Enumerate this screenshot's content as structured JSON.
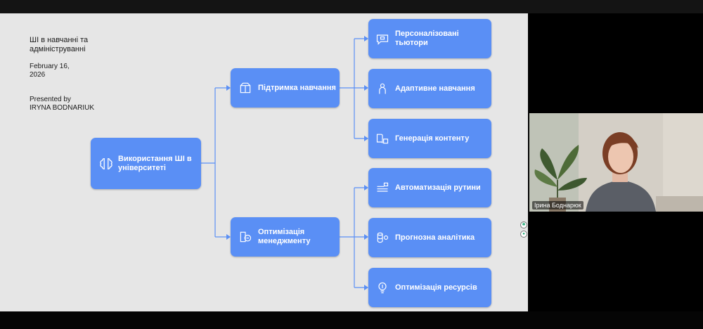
{
  "slide": {
    "title": "ШІ в навчанні та адмініструванні",
    "date": "February 16, 2026",
    "presented_by_label": "Presented by",
    "presenter": "IRYNA BODNARIUK"
  },
  "mindmap": {
    "root": {
      "label": "Використання ШІ в університеті",
      "icon": "brain-icon"
    },
    "branches": [
      {
        "label": "Підтримка навчання",
        "icon": "box-icon",
        "children": [
          {
            "label": "Персоналізовані тьютори",
            "icon": "chat-bot-icon"
          },
          {
            "label": "Адаптивне навчання",
            "icon": "person-icon"
          },
          {
            "label": "Генерація контенту",
            "icon": "book-icon"
          }
        ]
      },
      {
        "label": "Оптимізація менеджменту",
        "icon": "management-icon",
        "children": [
          {
            "label": "Автоматизація рутини",
            "icon": "list-robot-icon"
          },
          {
            "label": "Прогнозна аналітика",
            "icon": "database-icon"
          },
          {
            "label": "Оптимізація ресурсів",
            "icon": "lightbulb-icon"
          }
        ]
      }
    ]
  },
  "participant": {
    "name": "Ірина Боднарюк"
  },
  "colors": {
    "node": "#5a8ff5",
    "connector": "#5a8ff5",
    "slide_bg": "#e6e6e6"
  }
}
